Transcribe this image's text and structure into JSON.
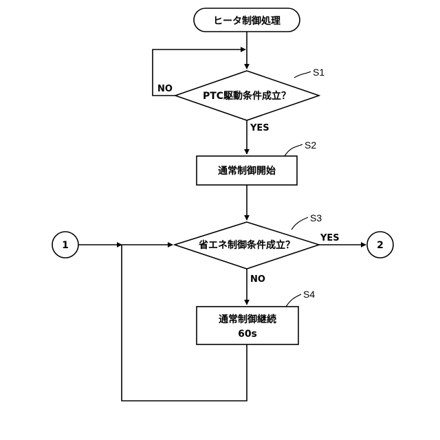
{
  "start": {
    "label": "ヒータ制御処理"
  },
  "steps": {
    "s1": {
      "id": "S1",
      "text": "PTC駆動条件成立？",
      "yes": "YES",
      "no": "NO"
    },
    "s2": {
      "id": "S2",
      "text": "通常制御開始"
    },
    "s3": {
      "id": "S3",
      "text": "省エネ制御条件成立？",
      "yes": "YES",
      "no": "NO"
    },
    "s4": {
      "id": "S4",
      "line1": "通常制御継続",
      "line2": "60s"
    }
  },
  "connectors": {
    "in": "1",
    "out": "2"
  }
}
